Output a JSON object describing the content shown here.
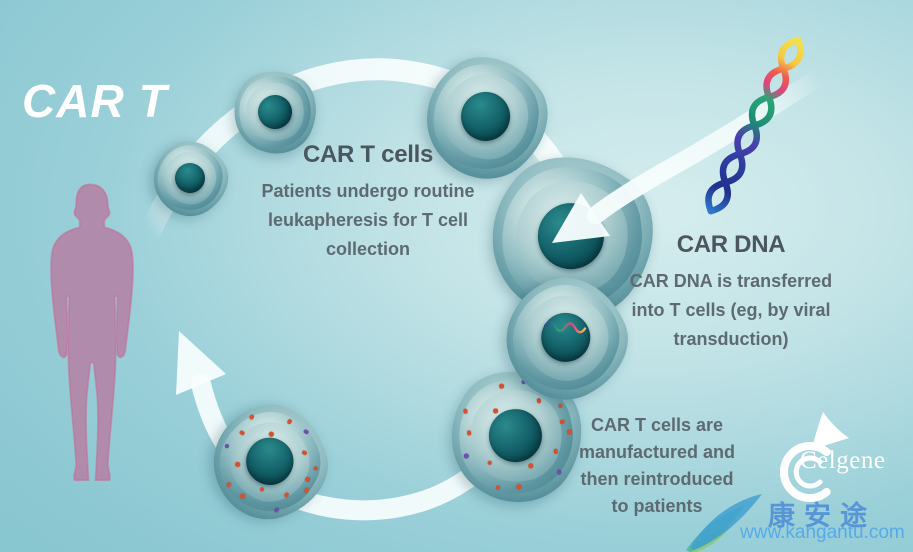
{
  "title": "CAR T",
  "steps": {
    "collection": {
      "heading": "CAR T cells",
      "line1": "Patients undergo routine",
      "line2": "leukapheresis for T cell",
      "line3": "collection"
    },
    "transduction": {
      "heading": "CAR DNA",
      "line1": "CAR DNA is transferred",
      "line2": "into T cells (eg, by viral",
      "line3": "transduction)"
    },
    "reinfusion": {
      "line1": "CAR T cells are",
      "line2": "manufactured and",
      "line3": "then reintroduced",
      "line4": "to patients"
    }
  },
  "logo": {
    "text": "Celgene"
  },
  "watermark": {
    "cn": "康安途",
    "url": "www.kangantu.com"
  },
  "figures": {
    "human": "human-silhouette",
    "cells": "t-cell",
    "modified_cells": "car-t-cell-with-receptors",
    "dna": "dna-helix",
    "arrows": "cycle-arrows",
    "logo_mark": "celgene-swirl-logo",
    "watermark_mark": "kangantu-leaf"
  },
  "colors": {
    "background_light": "#d6edee",
    "background_mid": "#99cfd8",
    "background_deep": "#7fc2cd",
    "title_white": "#ffffff",
    "heading_text": "#4b565e",
    "body_text": "#5d6a72",
    "cell_membrane": "#7fb3ba",
    "cell_nucleus": "#0b4950",
    "silhouette_mauve": "#b18bac",
    "receptor_red": "#d8502e",
    "receptor_purple": "#6a4fb3",
    "arrow_white": "#f7fdfd",
    "logo_white": "#ffffff",
    "watermark_blue": "#3d7fd6",
    "watermark_url_blue": "#55a9e8",
    "dna_yellow": "#f2e14b",
    "dna_red": "#e0447e",
    "dna_green": "#2aa578",
    "dna_blue": "#2c3e9e"
  }
}
